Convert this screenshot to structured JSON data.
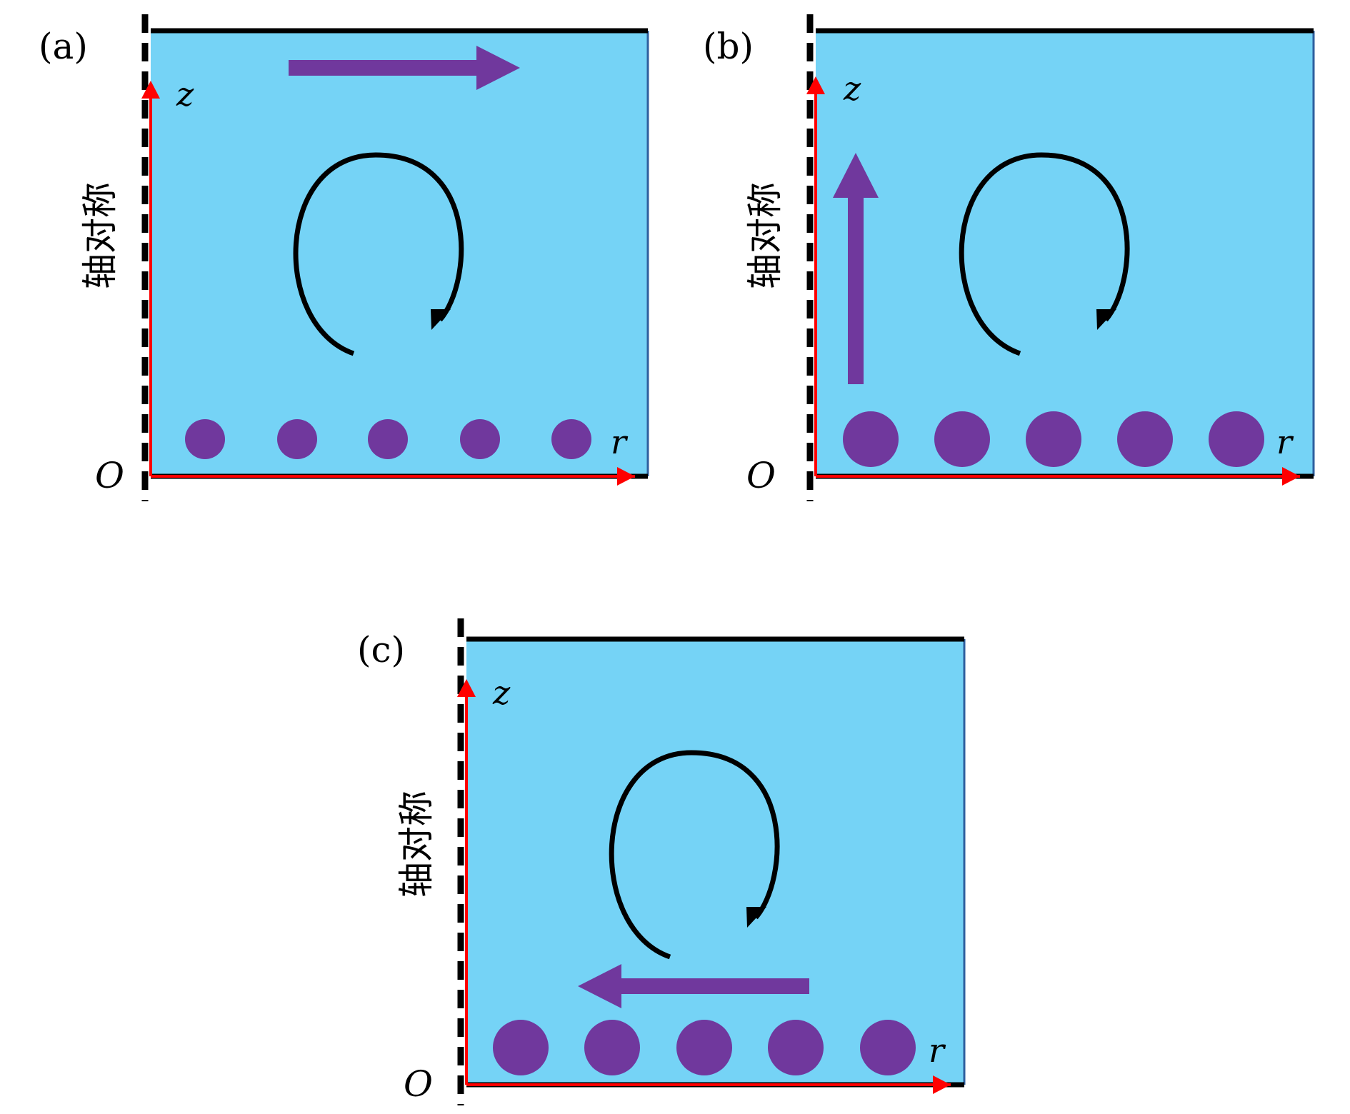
{
  "colors": {
    "fluid": "#75d3f6",
    "particle": "#70389d",
    "axis": "#ff0000",
    "boundary": "#000000",
    "wall": "#2e5f9e",
    "circulation": "#000000"
  },
  "panels": [
    {
      "label": "(a)",
      "z_label": "z",
      "r_label": "r",
      "origin_label": "O",
      "symmetry_label": "轴对称",
      "particle_count": 5,
      "particle_size": "small",
      "flow_arrow": "right-top",
      "circulation": "clockwise"
    },
    {
      "label": "(b)",
      "z_label": "z",
      "r_label": "r",
      "origin_label": "O",
      "symmetry_label": "轴对称",
      "particle_count": 5,
      "particle_size": "large",
      "flow_arrow": "up-left",
      "circulation": "clockwise"
    },
    {
      "label": "(c)",
      "z_label": "z",
      "r_label": "r",
      "origin_label": "O",
      "symmetry_label": "轴对称",
      "particle_count": 5,
      "particle_size": "large",
      "flow_arrow": "left-bottom",
      "circulation": "clockwise"
    }
  ]
}
